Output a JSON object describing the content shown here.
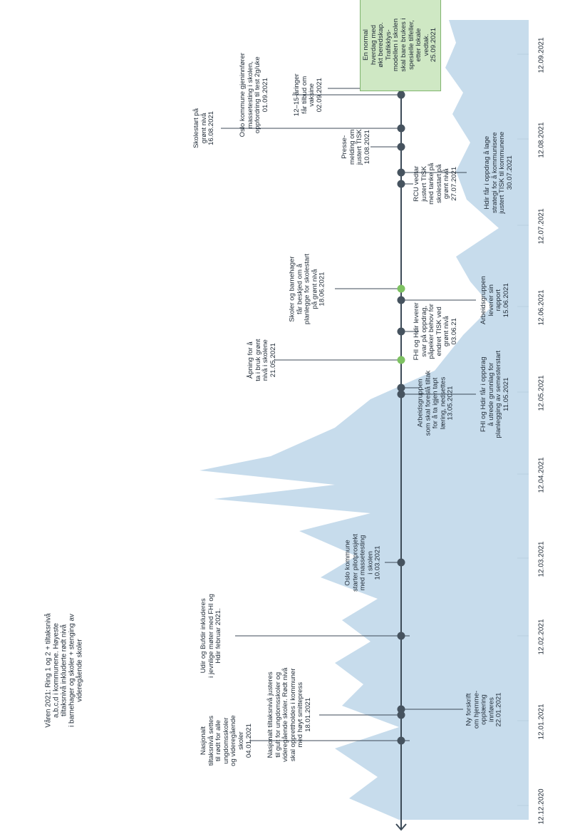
{
  "diagram": {
    "title_note": [
      "Våren 2021: Ring 1 og 2 + tiltaksnivå",
      "a,b,c,d i kommunene. Høyeste",
      "tiltaksnivå inkluderte rødt nivå",
      "i barnehager og skoler + stenging av",
      "videregående skoler"
    ],
    "dates": [
      "12.09.2021",
      "12.08.2021",
      "12.07.2021",
      "12.06.2021",
      "12.05.2021",
      "12.04.2021",
      "12.03.2021",
      "12.02.2021",
      "12.01.2021",
      "12.12.2020"
    ],
    "colors": {
      "timeline": "#3c4a57",
      "marker": "#46535f",
      "marker_green": "#7ec262",
      "area": "#c7dcec",
      "box_fill": "#cfe8c4",
      "box_border": "#7fb46e"
    },
    "events": [
      {
        "id": "e2501",
        "date": "25.09.2021",
        "lines": [
          "En normal",
          "hverdag med",
          "økt beredskap.",
          "Trafikklys-",
          "modellen i skolen",
          "skal bare brukes i",
          "spesielle tilfeller,",
          "etter lokale",
          "vedtak.",
          "25.09.2021"
        ],
        "boxed": true,
        "marker": "none",
        "side": "right"
      },
      {
        "id": "e0209",
        "date": "02.09.2021",
        "lines": [
          "12–15-åringer",
          "får tilbud om",
          "vaksine",
          "02.09.2021"
        ],
        "marker": "dark",
        "side": "left"
      },
      {
        "id": "e0109",
        "date": "01.09.2021",
        "lines": [
          "Oslo kommune gjeninnfører",
          "massetesting i skolen,",
          "oppfordring til test 2g/uke",
          "01.09.2021"
        ],
        "marker": "dark",
        "side": "left"
      },
      {
        "id": "e1608",
        "date": "16.08.2021",
        "lines": [
          "Skolestart på",
          "grønt nivå",
          "16.08.2021"
        ],
        "marker": "dark",
        "side": "left"
      },
      {
        "id": "e1008",
        "date": "10.08.2021",
        "lines": [
          "Presse-",
          "melding om",
          "justert TISK",
          "10.08.2021"
        ],
        "marker": "dark",
        "side": "left"
      },
      {
        "id": "e3007",
        "date": "30.07.2021",
        "lines": [
          "Hdir får i oppdrag å lage",
          "strategi for å kommunisere",
          "justert TISK til kommunene",
          "30.07.2021"
        ],
        "marker": "dark",
        "side": "right"
      },
      {
        "id": "e2707",
        "date": "27.07.2021",
        "lines": [
          "RCU vedtar",
          "justert TISK",
          "med tanke på",
          "skolestart på",
          "grønt nivå",
          "27.07.2021"
        ],
        "marker": "dark",
        "side": "right"
      },
      {
        "id": "e1806",
        "date": "18.06.2021",
        "lines": [
          "Skoler og barnehager",
          "får beskjed om å",
          "planlegge for skolestart",
          "på grønt nivå",
          "18.06.2021"
        ],
        "marker": "green",
        "side": "left"
      },
      {
        "id": "e1506",
        "date": "15.06.2021",
        "lines": [
          "Arbeidsgruppen",
          "leverer sin",
          "rapport",
          "15.06.2021"
        ],
        "marker": "dark",
        "side": "right"
      },
      {
        "id": "e0306",
        "date": "03.06.21",
        "lines": [
          "FHI og Hdir leverer",
          "svar på oppdrag,",
          "påpeker behov for",
          "endret TISK ved",
          "grønt nivå",
          "03.06.21"
        ],
        "marker": "dark",
        "side": "right"
      },
      {
        "id": "e2105",
        "date": "21.05.2021",
        "lines": [
          "Åpning for å",
          "ta i bruk grønt",
          "nivå i skolene",
          "21.05.2021"
        ],
        "marker": "green",
        "side": "left"
      },
      {
        "id": "e1305",
        "date": "13.05.2021",
        "lines": [
          "Arbeidsgruppen",
          "som skal foreslå tiltak",
          "for å ta igjen tapt",
          "læring, nedsettes",
          "13.05.2021"
        ],
        "marker": "dark",
        "side": "right"
      },
      {
        "id": "e1105",
        "date": "11.05.2021",
        "lines": [
          "FHI og Hdir får i oppdrag",
          "å utrede grunnlag for",
          "planlegging av semesterstart",
          "11.05.2021"
        ],
        "marker": "dark",
        "side": "right"
      },
      {
        "id": "e1003",
        "date": "10.03.2021",
        "lines": [
          "Oslo kommune",
          "starter pilotprosjekt",
          "med massetesting",
          "i skolen",
          "10.03.2021"
        ],
        "marker": "dark",
        "side": "left"
      },
      {
        "id": "e0202",
        "date": "",
        "lines": [
          "Udir og Bufdir inkluderes",
          "i jevnlige møter med FHI og",
          "Hdir februar 2021."
        ],
        "marker": "dark",
        "side": "left"
      },
      {
        "id": "e2201",
        "date": "22.01.2021",
        "lines": [
          "Ny forskrift",
          "om hjemme-",
          "opplæring",
          "innføres",
          "22.01.2021"
        ],
        "marker": "dark",
        "side": "right"
      },
      {
        "id": "e1801",
        "date": "18.01.2021",
        "lines": [
          "Nasjonalt tiltaksnivå justeres",
          "til gult for ungdomsskoler og",
          "videregående skoler. Rødt nivå",
          "skal opprettholdes i kommuner",
          "med høyt smittepress",
          "18.01.2021"
        ],
        "marker": "dark",
        "side": "left"
      },
      {
        "id": "e0401",
        "date": "04.01.2021",
        "lines": [
          "Nasjonalt",
          "tiltaksnivå settes",
          "til rødt for alle",
          "ungdomsskoler",
          "og videregående",
          "skoler",
          "04.01.2021"
        ],
        "marker": "dark",
        "side": "left"
      }
    ]
  }
}
